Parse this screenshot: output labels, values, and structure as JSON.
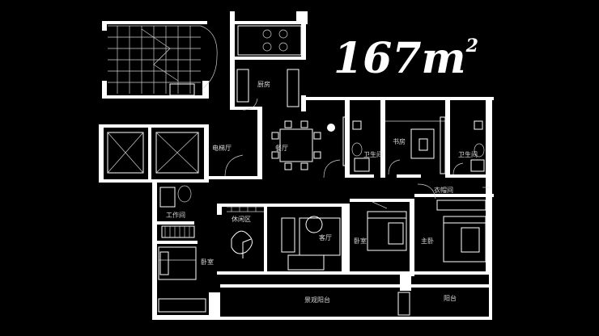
{
  "area": {
    "value": "167",
    "unit": "m",
    "exp": "2"
  },
  "rooms": {
    "kitchen": "厨房",
    "elevator_hall": "电梯厅",
    "dining": "餐厅",
    "bath1": "卫生间",
    "study": "书房",
    "bath2": "卫生间",
    "cloakroom": "衣帽间",
    "utility": "工作间",
    "leisure": "休闲区",
    "living": "客厅",
    "bedroom": "卧室",
    "master": "主卧",
    "bedroom2": "卧室",
    "balcony_view": "景观阳台",
    "balcony": "阳台"
  }
}
